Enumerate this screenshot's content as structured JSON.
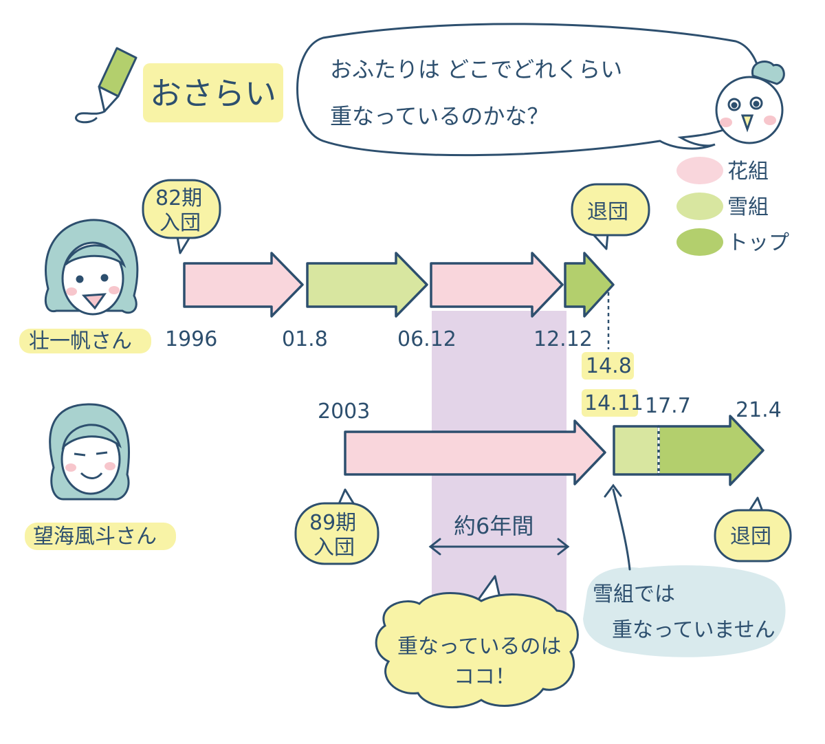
{
  "header": {
    "title": "おさらい",
    "question_line1": "おふたりは どこでどれくらい",
    "question_line2": "重なっているのかな？"
  },
  "legend": [
    {
      "label": "花組",
      "color": "#f9d6dc"
    },
    {
      "label": "雪組",
      "color": "#d8e6a0"
    },
    {
      "label": "トップ",
      "color": "#b3cf6d"
    }
  ],
  "person1": {
    "name": "壮一帆さん",
    "entry_line1": "82期",
    "entry_line2": "入団",
    "retire": "退団",
    "dates": [
      "1996",
      "01.8",
      "06.12",
      "12.12",
      "14.8"
    ]
  },
  "person2": {
    "name": "望海風斗さん",
    "entry_line1": "89期",
    "entry_line2": "入団",
    "retire": "退団",
    "dates": [
      "2003",
      "14.11",
      "17.7",
      "21.4"
    ]
  },
  "overlap": {
    "duration": "約6年間",
    "note_line1": "重なっているのは",
    "note_line2": "ココ！"
  },
  "snow_note": {
    "line1": "雪組では",
    "line2": "重なっていません"
  },
  "colors": {
    "ink": "#2d4f6e",
    "pink": "#f9d6dc",
    "lightgreen": "#d8e6a0",
    "green": "#b3cf6d",
    "purple": "#e3d4e8",
    "yellow": "#f8f3a6",
    "note_blue": "#d9eaed",
    "hair": "#a9d2cf",
    "cheek": "#f7c6cc"
  }
}
